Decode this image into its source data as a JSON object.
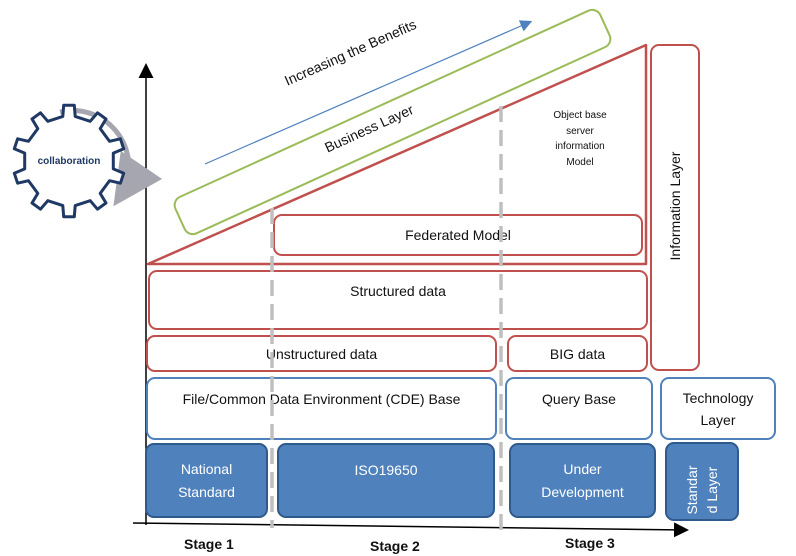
{
  "gear": {
    "label": "collaboration",
    "icon": "gear-icon"
  },
  "arrow_label": "Increasing the Benefits",
  "business_layer": "Business Layer",
  "object_model": [
    "Object base",
    "server",
    "information",
    "Model"
  ],
  "information_layer": "Information Layer",
  "federated_model": "Federated Model",
  "structured_data": "Structured data",
  "unstructured_data": "Unstructured data",
  "big_data": "BIG data",
  "file_cde": "File/Common Data Environment (CDE) Base",
  "query_base": "Query Base",
  "technology_layer": [
    "Technology",
    "Layer"
  ],
  "national_standard": [
    "National",
    "Standard"
  ],
  "iso": "ISO19650",
  "under_development": [
    "Under",
    "Development"
  ],
  "standard_layer": [
    "Standar",
    "d Layer"
  ],
  "stages": [
    "Stage 1",
    "Stage 2",
    "Stage 3"
  ],
  "colors": {
    "red": "#c0504d",
    "green": "#9bbb59",
    "blue": "#4f81bd",
    "dark_blue": "#1f3864",
    "gray": "#bfbfbf"
  }
}
